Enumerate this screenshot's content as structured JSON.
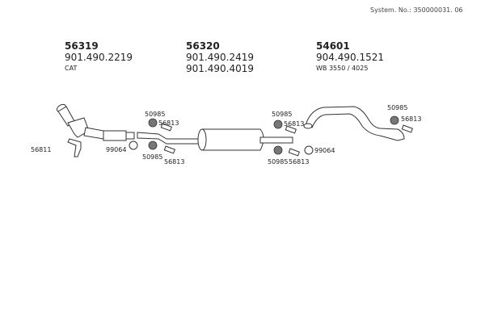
{
  "system_number": "System. No.: 350000031. 06",
  "groups": [
    {
      "part": "56319",
      "oe": [
        "901.490.2219"
      ],
      "note": "CAT"
    },
    {
      "part": "56320",
      "oe": [
        "901.490.2419",
        "901.490.4019"
      ]
    },
    {
      "part": "54601",
      "oe": [
        "904.490.1521"
      ],
      "note": "WB 3550 / 4025"
    }
  ],
  "callouts": {
    "bracket_cat": "56811",
    "clamp": "99064",
    "rubber_mount": "50985",
    "bracket": "56813"
  },
  "colors": {
    "line": "#333333",
    "text": "#222222"
  }
}
